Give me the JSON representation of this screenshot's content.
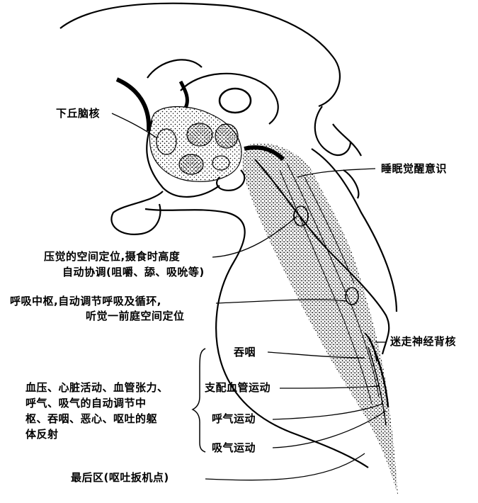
{
  "labels": {
    "inferior_colliculus": "下丘脑核",
    "sleep_wake": "睡眠觉醒意识",
    "pressure_line1": "压觉的空间定位,摄食时高度",
    "pressure_line2": "自动协调(咀嚼、舔、吸吮等)",
    "respiratory_line1": "呼吸中枢,自动调节呼吸及循环,",
    "respiratory_line2": "听觉一前庭空间定位",
    "vagus_dorsal": "迷走神经背核",
    "swallow": "吞咽",
    "vasomotor": "支配血管运动",
    "expiration": "呼气运动",
    "inspiration": "吸气运动",
    "group_line1": "血压、心脏活动、血管张力、",
    "group_line2": "呼气、吸气的自动调节中",
    "group_line3": "枢、吞咽、恶心、呕吐的躯",
    "group_line4": "体反射",
    "area_postrema": "最后区(呕吐扳机点)"
  }
}
